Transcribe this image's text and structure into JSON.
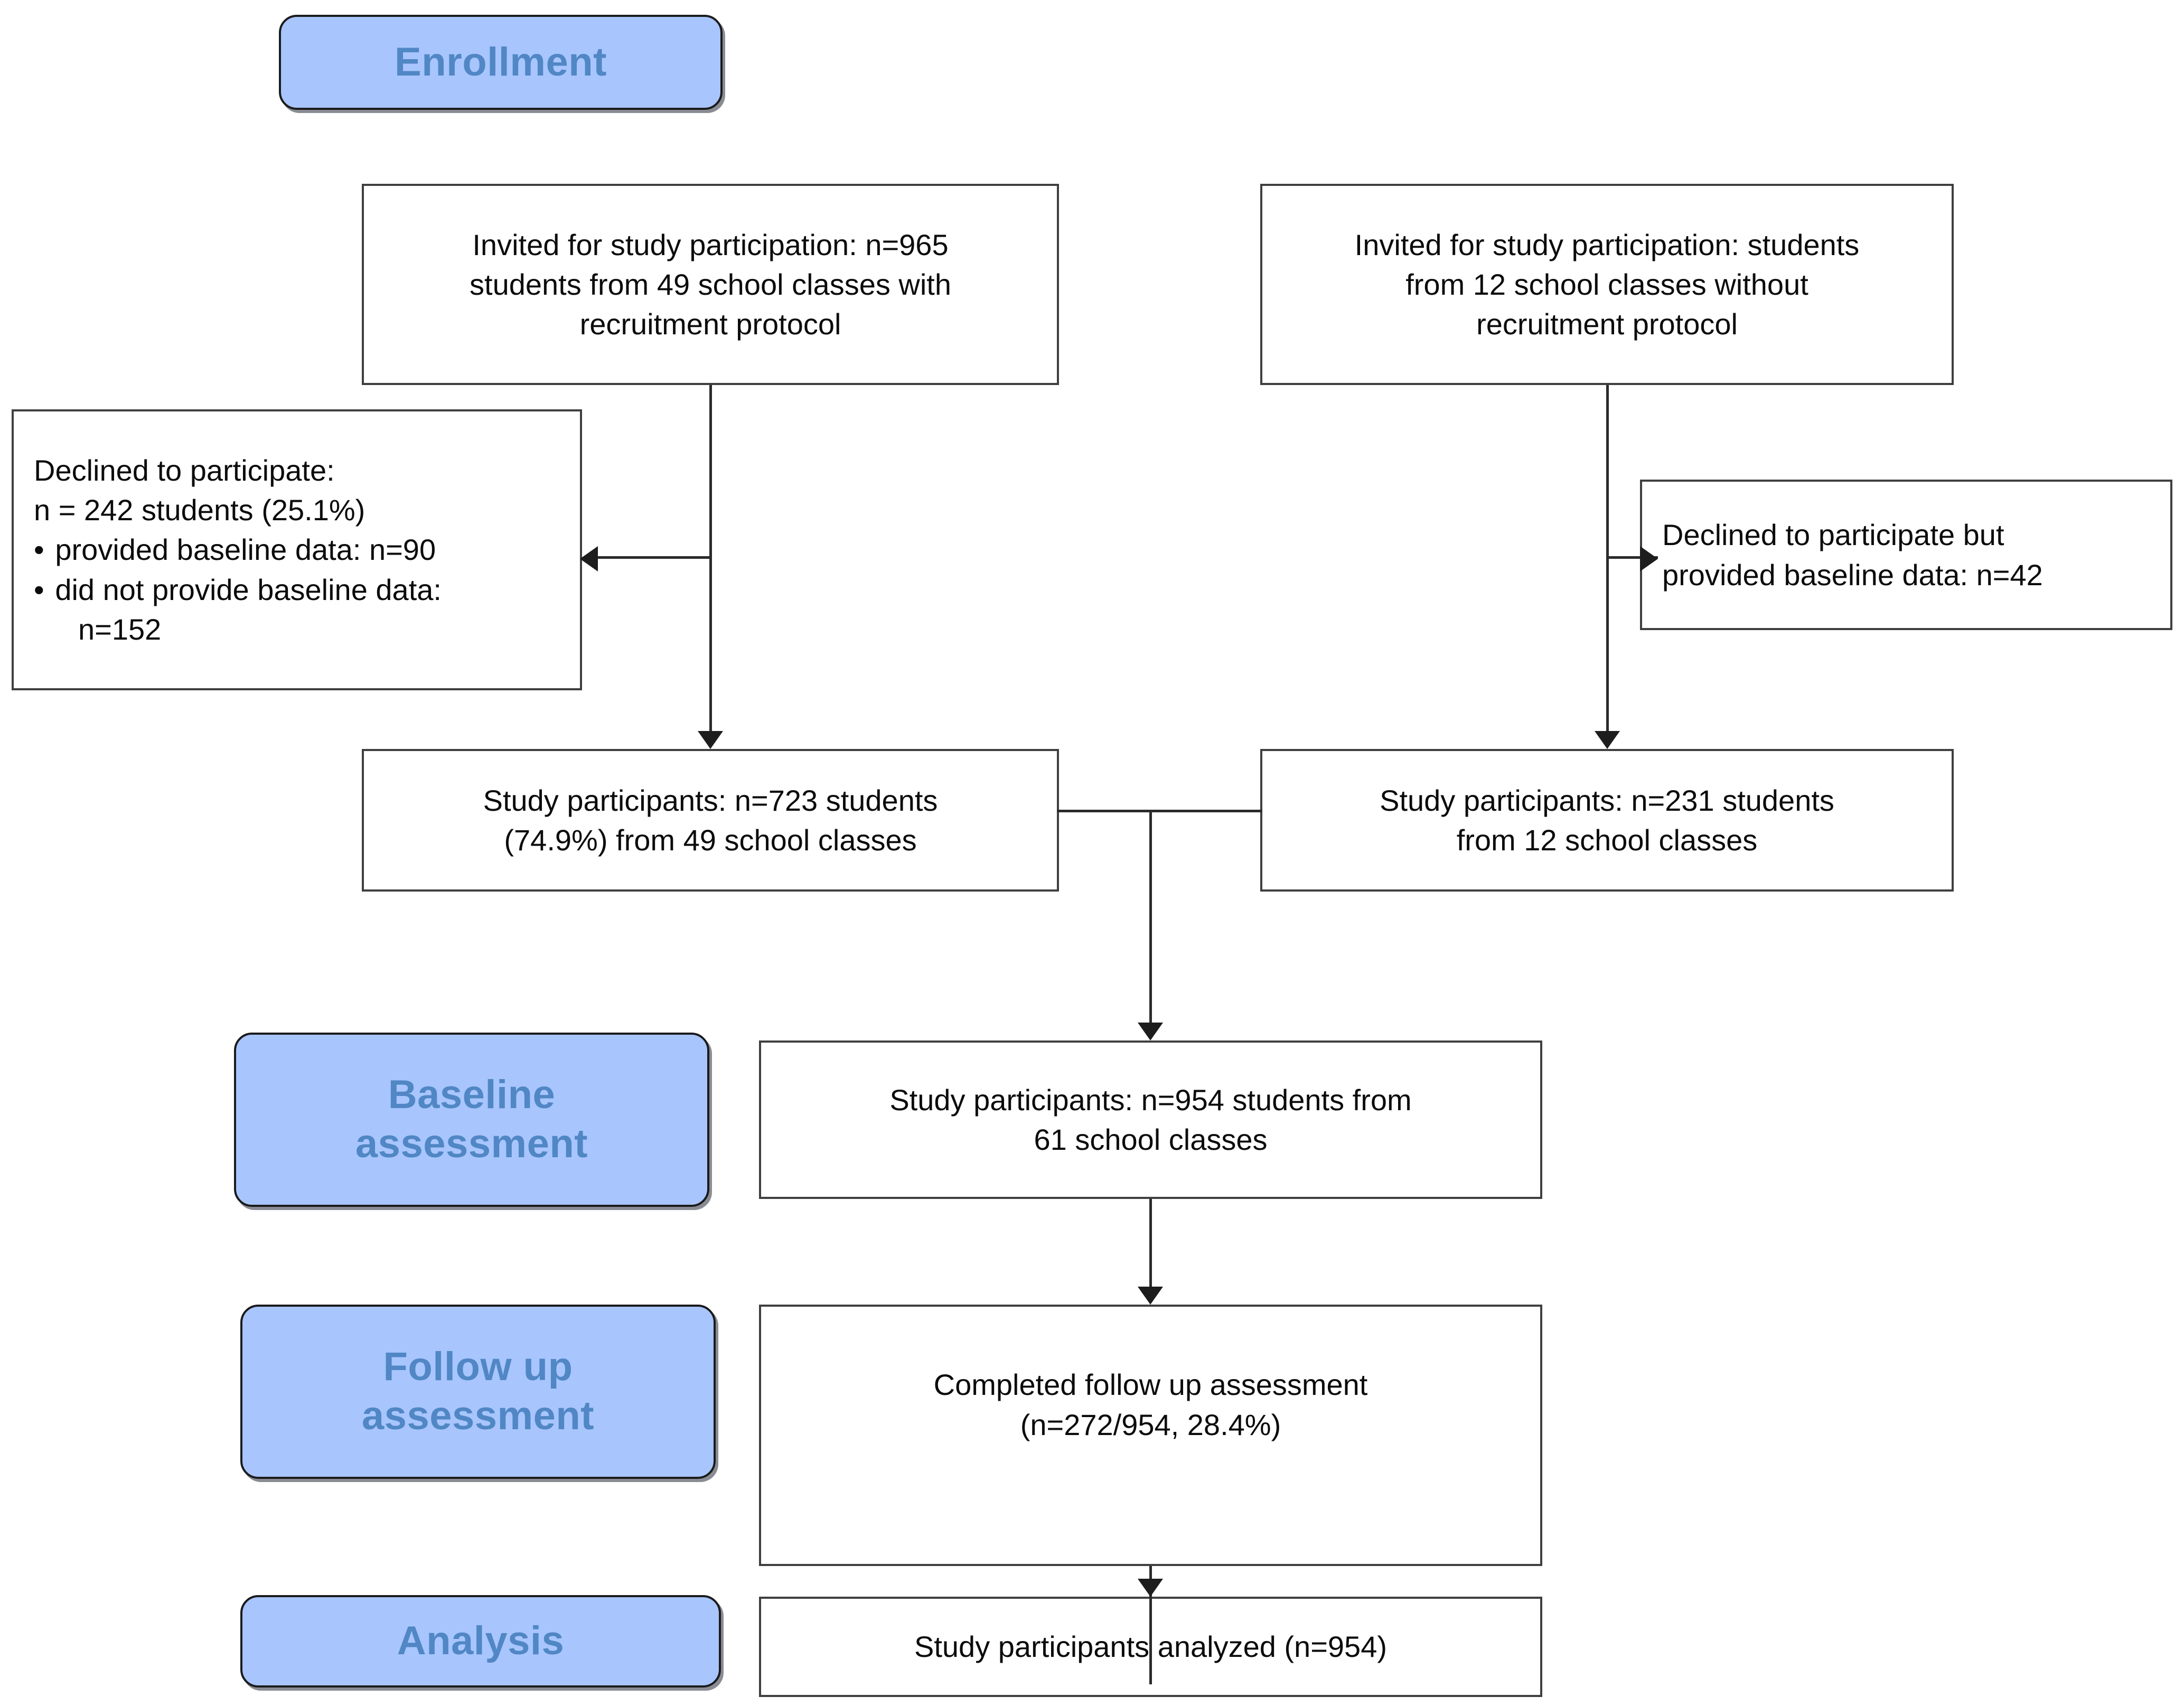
{
  "diagram": {
    "type": "consort-participant-flow",
    "stages": [
      {
        "id": "enrollment",
        "label": "Enrollment"
      },
      {
        "id": "baseline",
        "label": "Baseline\nassessment",
        "line1": "Baseline",
        "line2": "assessment"
      },
      {
        "id": "followup",
        "label": "Follow up\nassessment",
        "line1": "Follow up",
        "line2": "assessment"
      },
      {
        "id": "analysis",
        "label": "Analysis"
      }
    ],
    "colors": {
      "stage_fill": "#a8c5fd",
      "stage_text": "#5087c4",
      "stage_border": "#1b1b1b",
      "box_border": "#3f3f3f",
      "box_fill": "#ffffff",
      "box_text": "#0b0b0b",
      "connector": "#2b2b2b"
    },
    "nodes": {
      "invited_with_protocol": {
        "line1": "Invited for study participation: n=965",
        "line2": "students from 49 school classes with",
        "line3": "recruitment protocol",
        "n": 965,
        "classes": 49
      },
      "invited_without_protocol": {
        "line1": "Invited for study participation: students",
        "line2": "from 12 school classes without",
        "line3": "recruitment protocol",
        "classes": 12
      },
      "declined_left": {
        "line1": "Declined to participate:",
        "line2": "n = 242 students (25.1%)",
        "bullet1": "provided baseline data: n=90",
        "bullet2": "did not provide baseline data:",
        "bullet2_cont": "n=152",
        "n_declined": 242,
        "pct_declined": "25.1%",
        "n_provided_baseline": 90,
        "n_no_baseline": 152
      },
      "declined_right": {
        "line1": "Declined to participate but",
        "line2": "provided baseline data: n=42",
        "n": 42
      },
      "participants_left": {
        "line1": "Study participants: n=723 students",
        "line2": "(74.9%) from 49 school classes",
        "n": 723,
        "pct": "74.9%",
        "classes": 49
      },
      "participants_right": {
        "line1": "Study participants: n=231 students",
        "line2": "from 12 school classes",
        "n": 231,
        "classes": 12
      },
      "participants_total": {
        "line1": "Study participants: n=954 students from",
        "line2": "61 school classes",
        "n": 954,
        "classes": 61
      },
      "completed_followup": {
        "line1": "Completed follow up assessment",
        "line2": "(n=272/954, 28.4%)",
        "n": 272,
        "denominator": 954,
        "pct": "28.4%"
      },
      "analyzed": {
        "line1": "Study participants analyzed (n=954)",
        "n": 954
      }
    }
  }
}
